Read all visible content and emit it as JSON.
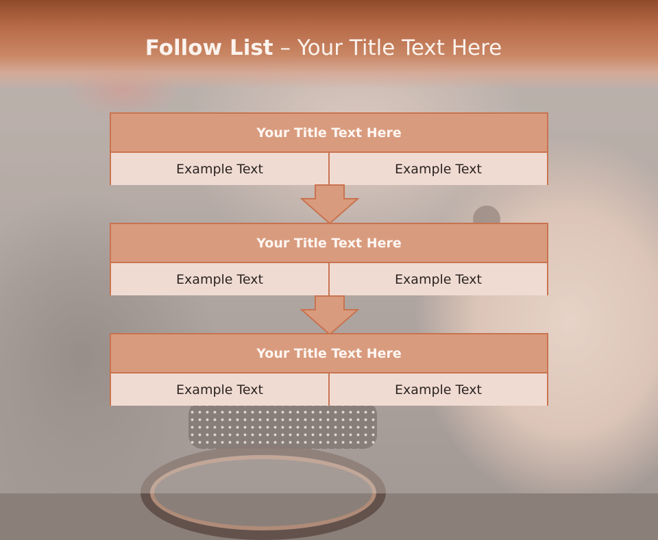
{
  "slide": {
    "title_bold": "Follow List",
    "title_rest": " – Your Title Text Here"
  },
  "steps": [
    {
      "title": "Your Title Text Here",
      "left": "Example Text",
      "right": "Example Text"
    },
    {
      "title": "Your Title Text Here",
      "left": "Example Text",
      "right": "Example Text"
    },
    {
      "title": "Your Title Text Here",
      "left": "Example Text",
      "right": "Example Text"
    }
  ],
  "colors": {
    "accent": "#c8734f",
    "header_fill": "#d99b7e",
    "cell_fill": "#f0dbd3",
    "title_bar": "#b86a48"
  },
  "icons": {
    "connector": "down-arrow-icon"
  }
}
